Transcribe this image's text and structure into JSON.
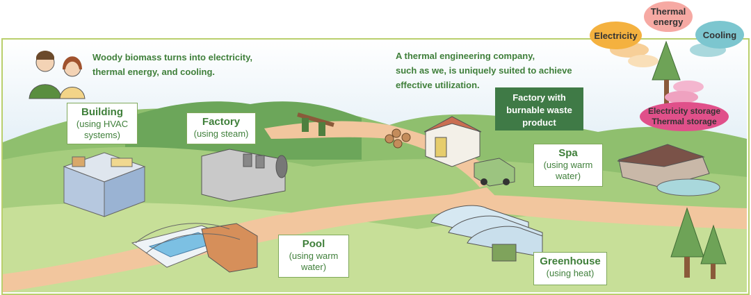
{
  "intro_left": {
    "line1": "Woody biomass turns into electricity,",
    "line2": "thermal energy, and cooling."
  },
  "intro_right": {
    "line1": "A thermal engineering company,",
    "line2": "such as we, is uniquely suited to achieve",
    "line3": "effective utilization."
  },
  "energy": {
    "electricity": "Electricity",
    "thermal_line1": "Thermal",
    "thermal_line2": "energy",
    "cooling": "Cooling",
    "storage_line1": "Electricity storage",
    "storage_line2": "Thermal storage"
  },
  "labels": {
    "building": {
      "title": "Building",
      "sub1": "(using HVAC",
      "sub2": "systems)"
    },
    "factory": {
      "title": "Factory",
      "sub1": "(using steam)"
    },
    "waste_factory": {
      "line1": "Factory with",
      "line2": "burnable waste",
      "line3": "product"
    },
    "spa": {
      "title": "Spa",
      "sub1": "(using warm",
      "sub2": "water)"
    },
    "pool": {
      "title": "Pool",
      "sub1": "(using warm",
      "sub2": "water)"
    },
    "greenhouse": {
      "title": "Greenhouse",
      "sub1": "(using heat)"
    }
  },
  "colors": {
    "text_green": "#3f7f3a",
    "frame": "#b9cf6c",
    "electricity_cloud": "#f4b13f",
    "thermal_cloud": "#f6a9a3",
    "cooling_cloud": "#7cc6cf",
    "storage_cloud": "#e0508a",
    "dark_label": "#3f7a46"
  }
}
